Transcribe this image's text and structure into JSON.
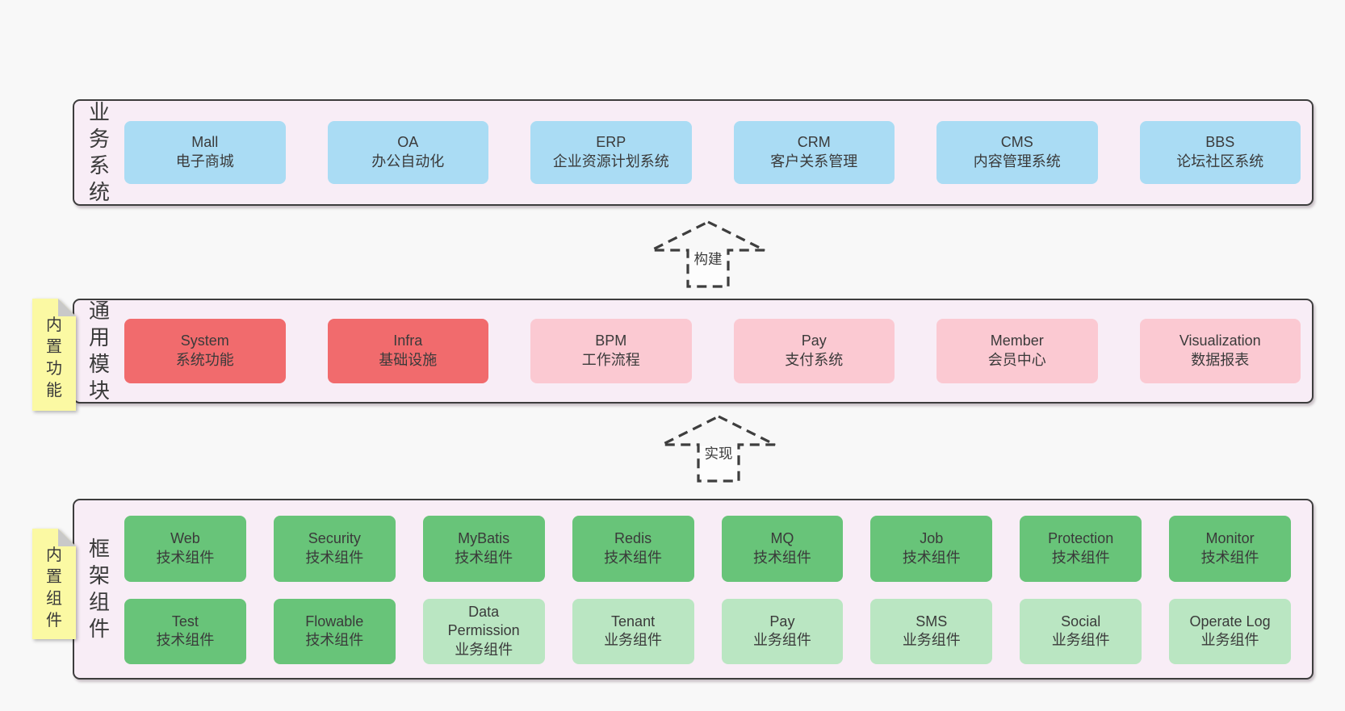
{
  "tiers": [
    {
      "label": "业务系统",
      "boxes": [
        {
          "en": "Mall",
          "zh": "电子商城"
        },
        {
          "en": "OA",
          "zh": "办公自动化"
        },
        {
          "en": "ERP",
          "zh": "企业资源计划系统"
        },
        {
          "en": "CRM",
          "zh": "客户关系管理"
        },
        {
          "en": "CMS",
          "zh": "内容管理系统"
        },
        {
          "en": "BBS",
          "zh": "论坛社区系统"
        }
      ]
    },
    {
      "label": "通用模块",
      "note": "内置功能",
      "boxes": [
        {
          "en": "System",
          "zh": "系统功能"
        },
        {
          "en": "Infra",
          "zh": "基础设施"
        },
        {
          "en": "BPM",
          "zh": "工作流程"
        },
        {
          "en": "Pay",
          "zh": "支付系统"
        },
        {
          "en": "Member",
          "zh": "会员中心"
        },
        {
          "en": "Visualization",
          "zh": "数据报表"
        }
      ]
    },
    {
      "label": "框架组件",
      "note": "内置组件",
      "rows": [
        [
          {
            "en": "Web",
            "zh": "技术组件"
          },
          {
            "en": "Security",
            "zh": "技术组件"
          },
          {
            "en": "MyBatis",
            "zh": "技术组件"
          },
          {
            "en": "Redis",
            "zh": "技术组件"
          },
          {
            "en": "MQ",
            "zh": "技术组件"
          },
          {
            "en": "Job",
            "zh": "技术组件"
          },
          {
            "en": "Protection",
            "zh": "技术组件"
          },
          {
            "en": "Monitor",
            "zh": "技术组件"
          }
        ],
        [
          {
            "en": "Test",
            "zh": "技术组件"
          },
          {
            "en": "Flowable",
            "zh": "技术组件"
          },
          {
            "en": "Data Permission",
            "zh": "业务组件"
          },
          {
            "en": "Tenant",
            "zh": "业务组件"
          },
          {
            "en": "Pay",
            "zh": "业务组件"
          },
          {
            "en": "SMS",
            "zh": "业务组件"
          },
          {
            "en": "Social",
            "zh": "业务组件"
          },
          {
            "en": "Operate Log",
            "zh": "业务组件"
          }
        ]
      ]
    }
  ],
  "arrows": [
    {
      "label": "构建"
    },
    {
      "label": "实现"
    }
  ],
  "colors": {
    "page_bg": "#f8f8f8",
    "container_fill": "#f8edf6",
    "container_border": "#3d3d3d",
    "blue_box": "#aadcf4",
    "red_box": "#f16b6d",
    "pink_box": "#fbc9d2",
    "green_box": "#68c479",
    "light_green_box": "#bae6c2",
    "note_yellow": "#fbf9a3",
    "note_fold_gray": "#c9c9c9",
    "text": "#3a3a3a"
  }
}
